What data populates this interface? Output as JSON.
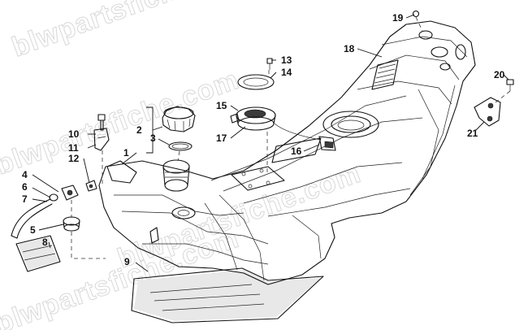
{
  "watermark": "blwpartsfiche.com",
  "callouts": {
    "c1": "1",
    "c2": "2",
    "c3": "3",
    "c4": "4",
    "c5": "5",
    "c6": "6",
    "c7": "7",
    "c8": "8",
    "c9": "9",
    "c10": "10",
    "c11": "11",
    "c12": "12",
    "c13": "13",
    "c14": "14",
    "c15": "15",
    "c16": "16",
    "c17": "17",
    "c18": "18",
    "c19": "19",
    "c20": "20",
    "c21": "21"
  }
}
